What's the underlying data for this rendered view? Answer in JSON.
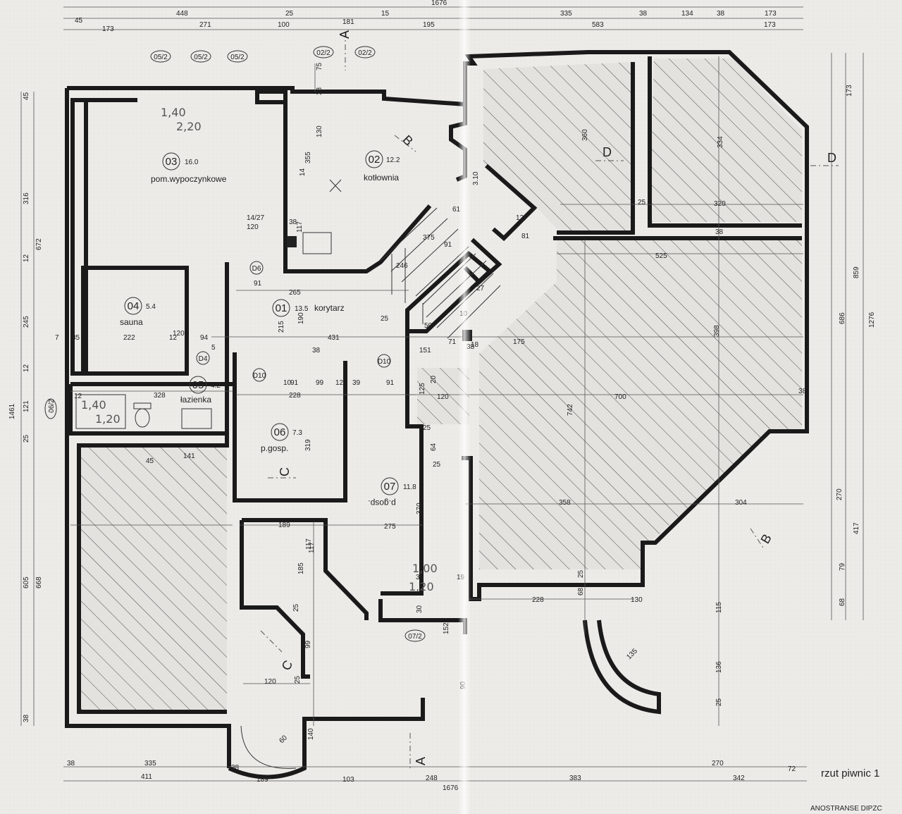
{
  "drawing": {
    "caption": "rzut piwnic 1",
    "stamp": "ANOSTRANSE DIPZC"
  },
  "rooms": [
    {
      "id": "r01",
      "number": "01",
      "area": "13.5",
      "name": "korytarz"
    },
    {
      "id": "r02",
      "number": "02",
      "area": "12.2",
      "name": "kotłownia"
    },
    {
      "id": "r03",
      "number": "03",
      "area": "16.0",
      "name": "pom.wypoczynkowe"
    },
    {
      "id": "r04",
      "number": "04",
      "area": "5.4",
      "name": "sauna"
    },
    {
      "id": "r05",
      "number": "05",
      "area": "4.2",
      "name": "łazienka"
    },
    {
      "id": "r06",
      "number": "06",
      "area": "7.3",
      "name": "p.gosp."
    },
    {
      "id": "r07",
      "number": "07",
      "area": "11.8",
      "name": "p.gosp."
    }
  ],
  "section_marks": [
    "A",
    "A",
    "B",
    "B",
    "C",
    "C",
    "D",
    "D"
  ],
  "window_tags": [
    "05/2",
    "05/2",
    "05/2",
    "02/2",
    "02/2",
    "06/2",
    "07/2"
  ],
  "door_tags": [
    "D6",
    "D4",
    "D10",
    "D10"
  ],
  "handwritten": [
    "1,40",
    "2,20",
    "1,40",
    "1,20",
    "1,00",
    "1,20"
  ],
  "dimensions": {
    "top_row1": [
      "1676"
    ],
    "top_row2": [
      "448",
      "25",
      "15",
      "335",
      "38",
      "134",
      "38",
      "173"
    ],
    "top_row3": [
      "45",
      "173",
      "271",
      "100",
      "181",
      "195",
      "583",
      "173"
    ],
    "bottom_row1": [
      "38",
      "335",
      "38",
      "270",
      "72"
    ],
    "bottom_row2": [
      "411",
      "189",
      "103",
      "248",
      "383",
      "342"
    ],
    "bottom_total": [
      "1676"
    ],
    "left_col": [
      "45",
      "316",
      "672",
      "12",
      "245",
      "12",
      "121",
      "1461",
      "25",
      "605",
      "668",
      "38"
    ],
    "right_col": [
      "173",
      "859",
      "686",
      "1276",
      "270",
      "417",
      "79",
      "68"
    ],
    "interior": [
      "75",
      "38",
      "130",
      "355",
      "14",
      "120",
      "14/27",
      "38",
      "117",
      "265",
      "91",
      "91",
      "215",
      "190",
      "431",
      "222",
      "12",
      "94",
      "7",
      "35",
      "328",
      "228",
      "99",
      "12",
      "39",
      "91",
      "10",
      "319",
      "370",
      "275",
      "189",
      "117",
      "185",
      "25",
      "99",
      "120",
      "25",
      "140",
      "135",
      "60",
      "125",
      "120",
      "64",
      "25",
      "25",
      "71",
      "38",
      "175",
      "700",
      "742",
      "398",
      "525",
      "360",
      "334",
      "320",
      "25",
      "38",
      "358",
      "304",
      "228",
      "130",
      "38",
      "25",
      "68",
      "115",
      "136",
      "25",
      "90",
      "117",
      "375",
      "91",
      "61",
      "3.10",
      "127",
      "81",
      "246",
      "27",
      "10",
      "50",
      "25",
      "20",
      "151",
      "36",
      "19",
      "30",
      "152",
      "141",
      "45",
      "12",
      "120",
      "5",
      "38",
      "18"
    ]
  }
}
